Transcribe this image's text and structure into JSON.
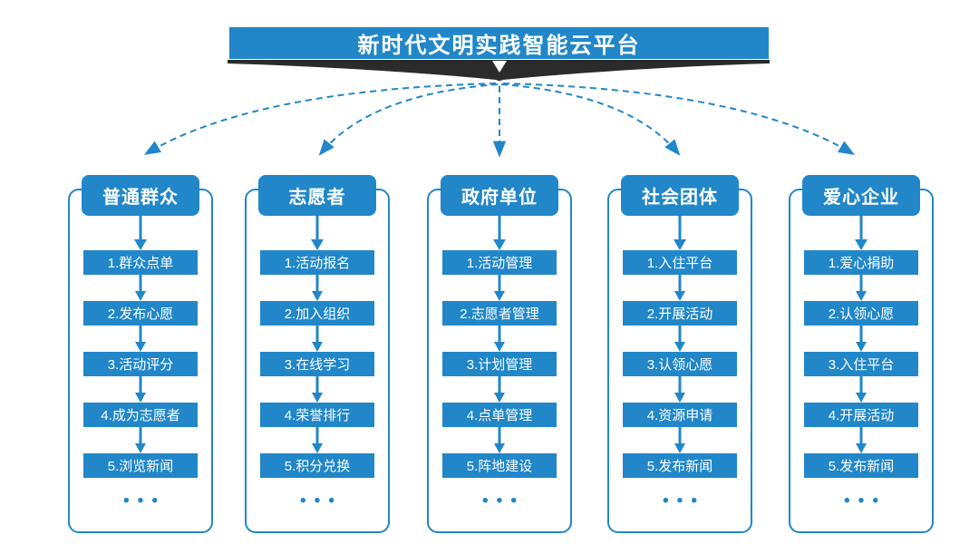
{
  "title": "新时代文明实践智能云平台",
  "more_label": "•••",
  "colors": {
    "primary_blue": "#2187c8",
    "ribbon_dark": "#2b2b2b",
    "background": "#ffffff",
    "text_on_blue": "#ffffff"
  },
  "columns": [
    {
      "header": "普通群众",
      "steps": [
        "1.群众点单",
        "2.发布心愿",
        "3.活动评分",
        "4.成为志愿者",
        "5.浏览新闻"
      ]
    },
    {
      "header": "志愿者",
      "steps": [
        "1.活动报名",
        "2.加入组织",
        "3.在线学习",
        "4.荣誉排行",
        "5.积分兑换"
      ]
    },
    {
      "header": "政府单位",
      "steps": [
        "1.活动管理",
        "2.志愿者管理",
        "3.计划管理",
        "4.点单管理",
        "5.阵地建设"
      ]
    },
    {
      "header": "社会团体",
      "steps": [
        "1.入住平台",
        "2.开展活动",
        "3.认领心愿",
        "4.资源申请",
        "5.发布新闻"
      ]
    },
    {
      "header": "爱心企业",
      "steps": [
        "1.爱心捐助",
        "2.认领心愿",
        "3.入住平台",
        "4.开展活动",
        "5.发布新闻"
      ]
    }
  ]
}
